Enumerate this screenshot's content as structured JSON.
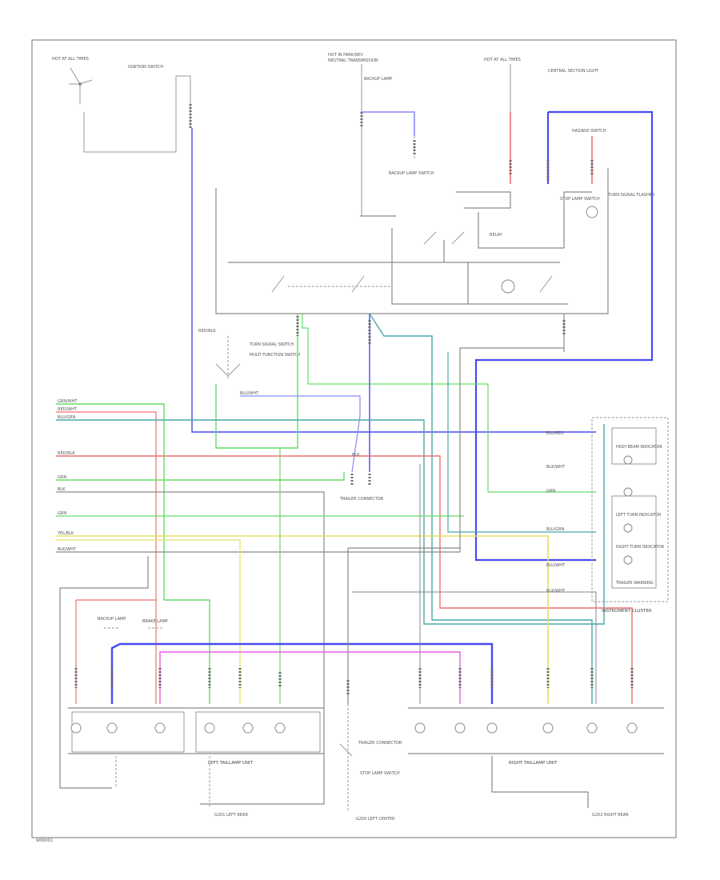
{
  "colors": {
    "background": "#ffffff",
    "frame": "#8a8a8a",
    "wire_gray": "#8a8a8a",
    "wire_blue": "#4a4af0",
    "wire_red": "#f07070",
    "wire_green": "#66dd66",
    "wire_yellow": "#e6e060",
    "wire_pink": "#e060e0",
    "wire_teal": "#4aa8a8",
    "wire_lightblue": "#8a8af5"
  },
  "labels": {
    "top_left_fuse": "HOT AT ALL TIMES",
    "ignition_switch": "IGNITION SWITCH",
    "top_center": "HOT IN PARK/REV",
    "top_center_2": "NEUTRAL TRANSMISSION",
    "top_right_fuse": "HOT AT ALL TIMES",
    "top_right_notes": "CENTRAL SECTION LIGHT",
    "backup_lamp_switch": "BACKUP LAMP SWITCH",
    "hazard_switch": "HAZARD SWITCH",
    "relay": "RELAY",
    "flasher": "TURN SIGNAL FLASHER",
    "turn_signal_switch": "TURN SIGNAL SWITCH",
    "multifunction": "MULTI FUNCTION SWITCH",
    "instrument_cluster": "INSTRUMENT CLUSTER",
    "cluster_item1": "HIGH BEAM INDICATOR",
    "cluster_item2": "LEFT TURN INDICATOR",
    "cluster_item3": "RIGHT TURN INDICATOR",
    "cluster_item4": "TRAILER WARNING",
    "left_tail": "LEFT TAILLAMP UNIT",
    "right_tail": "RIGHT TAILLAMP UNIT",
    "ground_left": "G201 LEFT REAR",
    "ground_center": "G200 LEFT CENTER",
    "ground_right": "G202 RIGHT REAR",
    "trailer_connector": "TRAILER CONNECTOR",
    "backup_lamp": "BACKUP LAMP",
    "brake_lamp": "BRAKE LAMP",
    "stop_lamp_switch": "STOP LAMP SWITCH",
    "corner_id": "W00001"
  },
  "wire_tags": {
    "t1": "GRN/WHT",
    "t2": "RED/WHT",
    "t3": "BLU/GRN",
    "t4": "RED/BLK",
    "t5": "BLK",
    "t6": "YEL/BLK",
    "t7": "BLU/RED",
    "t8": "GRN",
    "t9": "BLU/WHT",
    "t10": "BLK/WHT"
  }
}
